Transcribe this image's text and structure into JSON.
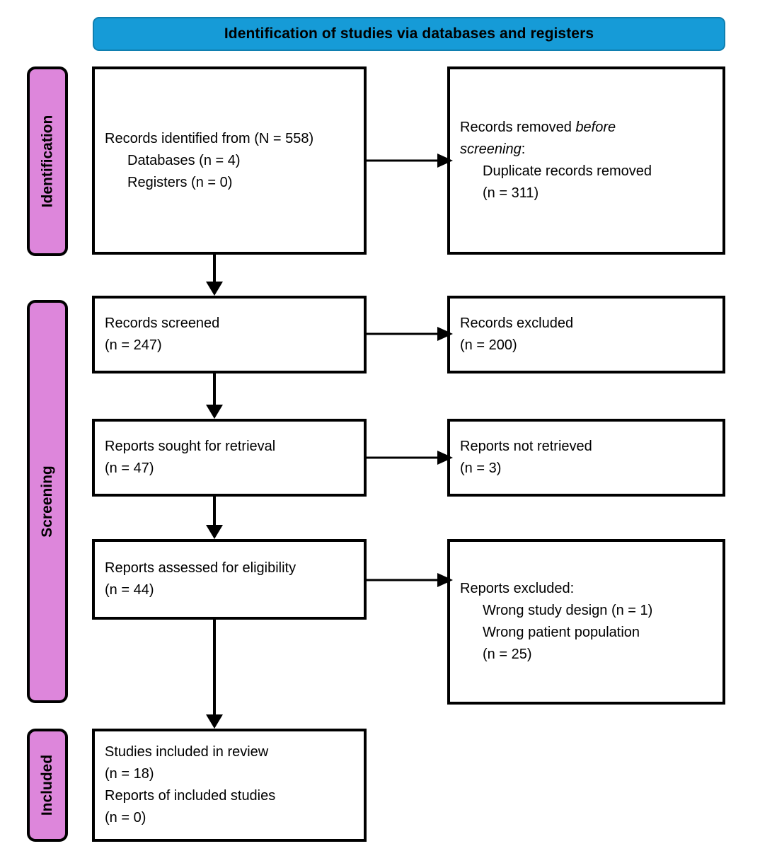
{
  "header": {
    "title": "Identification of studies via databases and registers",
    "bg_color": "#169BD7"
  },
  "stages": [
    {
      "id": "identification",
      "label": "Identification",
      "color": "#DD86DB"
    },
    {
      "id": "screening",
      "label": "Screening",
      "color": "#DD86DB"
    },
    {
      "id": "included",
      "label": "Included",
      "color": "#DD86DB"
    }
  ],
  "boxes": {
    "records_identified": {
      "line1": "Records identified from (N = 558)",
      "line2": "Databases (n = 4)",
      "line3": "Registers (n = 0)"
    },
    "records_removed": {
      "line1_pre": "Records removed ",
      "line1_em": "before",
      "line2_em": "screening",
      "line2_post": ":",
      "line3": "Duplicate records removed",
      "line4": "(n = 311)"
    },
    "records_screened": {
      "line1": "Records screened",
      "line2": "(n = 247)"
    },
    "records_excluded": {
      "line1": "Records excluded",
      "line2": "(n = 200)"
    },
    "reports_sought": {
      "line1": "Reports sought for retrieval",
      "line2": "(n = 47)"
    },
    "reports_not_retrieved": {
      "line1": "Reports not retrieved",
      "line2": "(n = 3)"
    },
    "reports_assessed": {
      "line1": "Reports assessed for eligibility",
      "line2": "(n = 44)"
    },
    "reports_excluded": {
      "line1": "Reports excluded:",
      "line2": "Wrong study design (n = 1)",
      "line3": "Wrong patient population",
      "line4": "(n = 25)"
    },
    "studies_included": {
      "line1": "Studies included in review",
      "line2": "(n = 18)",
      "line3": "Reports of included studies",
      "line4": "(n = 0)"
    }
  },
  "chart_data": {
    "type": "diagram",
    "title": "Identification of studies via databases and registers",
    "nodes": [
      {
        "id": "records_identified",
        "stage": "Identification",
        "column": "left",
        "text": "Records identified from (N = 558); Databases (n = 4); Registers (n = 0)",
        "total": 558,
        "databases": 4,
        "registers": 0
      },
      {
        "id": "records_removed",
        "stage": "Identification",
        "column": "right",
        "text": "Records removed before screening: Duplicate records removed (n = 311)",
        "duplicates_removed": 311
      },
      {
        "id": "records_screened",
        "stage": "Screening",
        "column": "left",
        "text": "Records screened (n = 247)",
        "n": 247
      },
      {
        "id": "records_excluded",
        "stage": "Screening",
        "column": "right",
        "text": "Records excluded (n = 200)",
        "n": 200
      },
      {
        "id": "reports_sought",
        "stage": "Screening",
        "column": "left",
        "text": "Reports sought for retrieval (n = 47)",
        "n": 47
      },
      {
        "id": "reports_not_retrieved",
        "stage": "Screening",
        "column": "right",
        "text": "Reports not retrieved (n = 3)",
        "n": 3
      },
      {
        "id": "reports_assessed",
        "stage": "Screening",
        "column": "left",
        "text": "Reports assessed for eligibility (n = 44)",
        "n": 44
      },
      {
        "id": "reports_excluded",
        "stage": "Screening",
        "column": "right",
        "text": "Reports excluded: Wrong study design (n = 1); Wrong patient population (n = 25)",
        "wrong_study_design": 1,
        "wrong_patient_population": 25
      },
      {
        "id": "studies_included",
        "stage": "Included",
        "column": "left",
        "text": "Studies included in review (n = 18); Reports of included studies (n = 0)",
        "studies": 18,
        "reports": 0
      }
    ],
    "edges": [
      {
        "from": "records_identified",
        "to": "records_removed",
        "direction": "right"
      },
      {
        "from": "records_identified",
        "to": "records_screened",
        "direction": "down"
      },
      {
        "from": "records_screened",
        "to": "records_excluded",
        "direction": "right"
      },
      {
        "from": "records_screened",
        "to": "reports_sought",
        "direction": "down"
      },
      {
        "from": "reports_sought",
        "to": "reports_not_retrieved",
        "direction": "right"
      },
      {
        "from": "reports_sought",
        "to": "reports_assessed",
        "direction": "down"
      },
      {
        "from": "reports_assessed",
        "to": "reports_excluded",
        "direction": "right"
      },
      {
        "from": "reports_assessed",
        "to": "studies_included",
        "direction": "down"
      }
    ]
  }
}
